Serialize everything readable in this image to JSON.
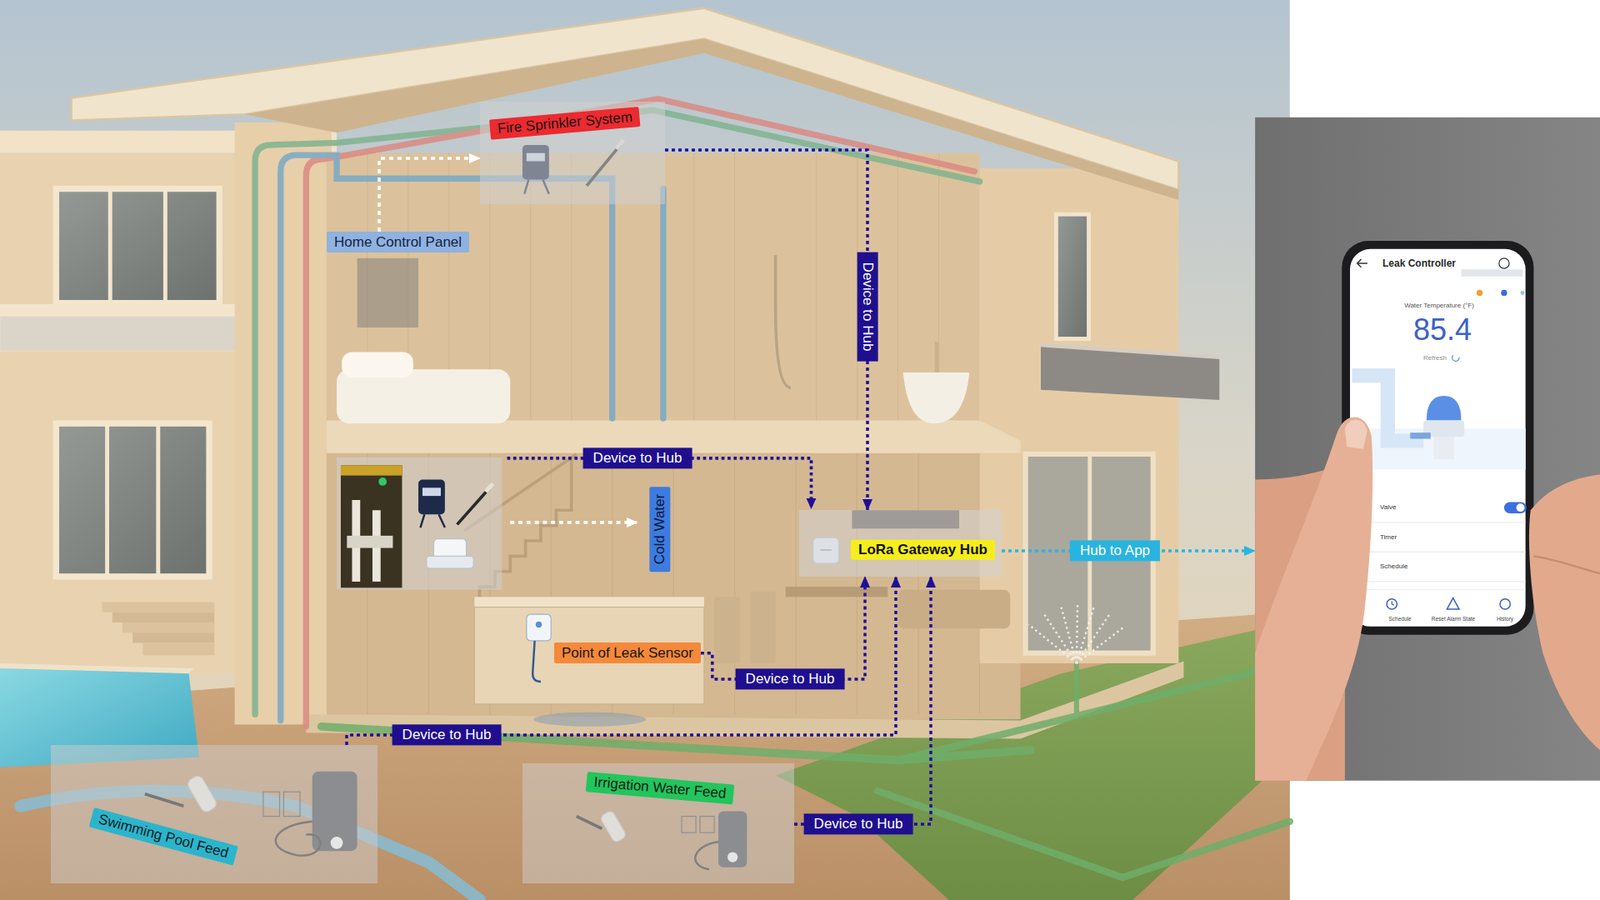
{
  "diagram": {
    "nodes": [
      {
        "text": [
          "Fire Sprinkler System"
        ]
      },
      {
        "text": [
          "Home Control Panel"
        ]
      },
      {
        "text": [
          "Cold Water"
        ]
      },
      {
        "text": [
          "LoRa Gateway Hub"
        ]
      },
      {
        "text": [
          "Point of Leak Sensor"
        ]
      },
      {
        "text": [
          "Swimming Pool Feed"
        ]
      },
      {
        "text": [
          "Irrigation Water Feed"
        ]
      },
      {
        "text": [
          "Leak Controller",
          "Water Temperature (°F)",
          "85.4",
          "Refresh",
          "Valve",
          "Timer",
          "Schedule",
          "Schedule",
          "Reset Alarm State",
          "History"
        ]
      }
    ],
    "edges": [
      {
        "from": 1,
        "to": 0,
        "arrow": "to"
      },
      {
        "from": 0,
        "to": 3,
        "label": "Device to Hub",
        "arrow": "to"
      },
      {
        "from": 4,
        "to": 3,
        "label": "Device to Hub",
        "arrow": "to"
      },
      {
        "from": 5,
        "to": 3,
        "label": "Device to Hub",
        "arrow": "to"
      },
      {
        "from": 6,
        "to": 3,
        "label": "Device to Hub",
        "arrow": "to"
      },
      {
        "from": 3,
        "to": 7,
        "label": "Hub to App",
        "arrow": "to"
      }
    ],
    "labels": [
      "Device to Hub"
    ]
  }
}
